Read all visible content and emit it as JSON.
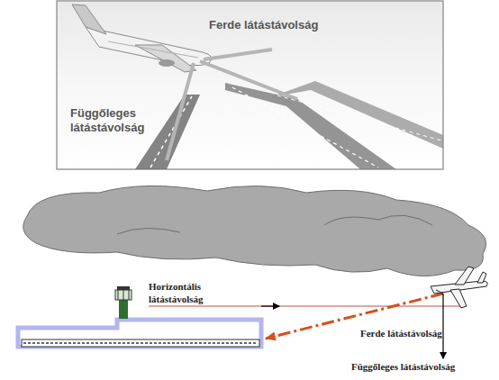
{
  "diagram": {
    "labels": [
      "Ferde látástávolság",
      "Függőleges látástávolság",
      "Horizontális látástávolság",
      "Ferde látástávolság",
      "Függőleges látástávolság"
    ]
  }
}
